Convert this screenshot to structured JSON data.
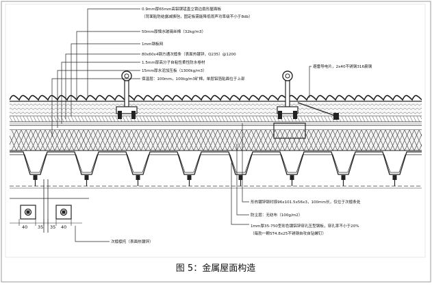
{
  "annotations": {
    "panel": "0.9mm厚65mm高铝镁锰直立锁边扇形屋面板",
    "panel_sub": "（背面贴防结露减振毡，固定板需能降低雨声功率级不小于8db）",
    "wool": "50mm厚憎水玻璃丝棉（32kg/m3）",
    "mesh": "1mm钢板网",
    "purlin": "80x60x4钢方通次檩条（表面热镀锌，Q235）@1200",
    "membrane": "1.5mm厚高分子自粘性柔性防水卷材",
    "cement_board": "15mm厚水泥加压板（1300kg/m3）",
    "insulation": "保温层：100mm，100kg/m3矿棉，单层铝箔贴面位于上部",
    "lightning": "避雷导电片，2x40不锈钢316扁钢",
    "gasket": "形热镀锌钢衬搽96x101.5x56x3，100mm长，仅位于次檩条处",
    "vapor": "防尘层：无纺布（100g/m2）",
    "deck": "1mm厚35-750型彩色镀铝锌穿孔压型钢板，穿孔率不小于20%",
    "deck_sub": "（每肋一颗ST4.8x25不锈钢自攻自钻螺钉）",
    "bracket": "次檩檩托（表面热镀锌）"
  },
  "dimensions": [
    "40",
    "35",
    "35",
    "40"
  ],
  "caption": "图 5：金属屋面构造"
}
